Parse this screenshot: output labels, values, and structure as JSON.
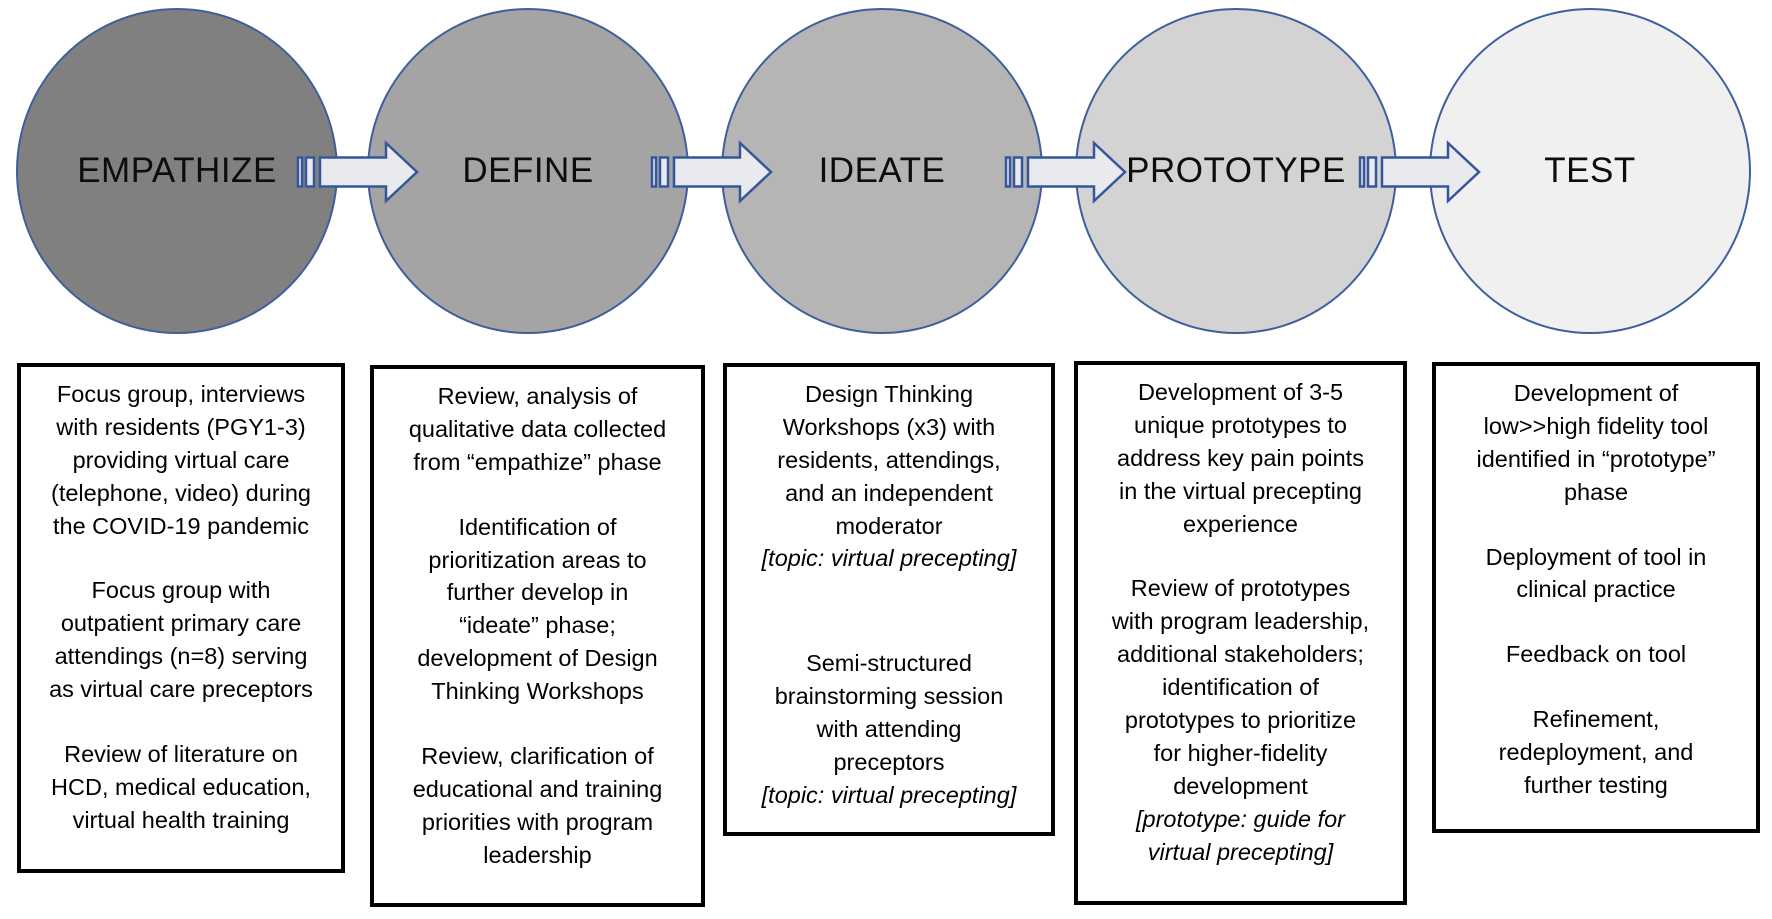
{
  "diagram": {
    "title": "Design thinking process diagram",
    "background": "#ffffff",
    "circle_border_color": "#3e5f9e",
    "box_border_color": "#000000",
    "text_color": "#000000",
    "arrow": {
      "fill": "#e9eaee",
      "stroke": "#35569b",
      "direction": "right"
    },
    "phases": [
      {
        "label": "EMPATHIZE",
        "circle_fill": "#808080",
        "box_paragraphs": [
          {
            "lines": [
              "Focus group, interviews",
              "with residents (PGY1-3)",
              "providing virtual care",
              "(telephone, video) during",
              "the COVID-19 pandemic"
            ]
          },
          {
            "lines": [
              "Focus group with",
              "outpatient primary care",
              "attendings (n=8) serving",
              "as virtual care preceptors"
            ]
          },
          {
            "lines": [
              "Review of literature on",
              "HCD, medical education,",
              "virtual health training"
            ]
          }
        ]
      },
      {
        "label": "DEFINE",
        "circle_fill": "#a4a4a4",
        "box_paragraphs": [
          {
            "lines": [
              "Review, analysis of",
              "qualitative data collected",
              "from “empathize” phase"
            ]
          },
          {
            "lines": [
              "Identification of",
              "prioritization areas to",
              "further develop in",
              "“ideate” phase;",
              "development of Design",
              "Thinking Workshops"
            ]
          },
          {
            "lines": [
              "Review, clarification of",
              "educational and training",
              "priorities with program",
              "leadership"
            ]
          }
        ]
      },
      {
        "label": "IDEATE",
        "circle_fill": "#b5b5b5",
        "box_paragraphs": [
          {
            "lines": [
              "Design Thinking",
              "Workshops (x3) with",
              "residents, attendings,",
              "and an independent",
              "moderator"
            ],
            "note_lines": [
              "[topic: virtual precepting]"
            ]
          },
          {
            "lines": [
              "Semi-structured",
              "brainstorming session",
              "with attending",
              "preceptors"
            ],
            "note_lines": [
              "[topic: virtual precepting]"
            ],
            "extra_gap": true
          }
        ]
      },
      {
        "label": "PROTOTYPE",
        "circle_fill": "#d3d3d3",
        "box_paragraphs": [
          {
            "lines": [
              "Development of 3-5",
              "unique prototypes to",
              "address key pain points",
              "in the virtual precepting",
              "experience"
            ]
          },
          {
            "lines": [
              "Review of prototypes",
              "with program leadership,",
              "additional stakeholders;",
              "identification of",
              "prototypes to prioritize",
              "for higher-fidelity",
              "development"
            ],
            "note_lines": [
              "[prototype: guide for",
              "virtual precepting]"
            ]
          }
        ]
      },
      {
        "label": "TEST",
        "circle_fill": "#f0f0f0",
        "box_paragraphs": [
          {
            "lines": [
              "Development of",
              "low>>high fidelity tool",
              "identified in “prototype”",
              "phase"
            ]
          },
          {
            "lines": [
              "Deployment of tool in",
              "clinical practice"
            ]
          },
          {
            "lines": [
              "Feedback on tool"
            ]
          },
          {
            "lines": [
              "Refinement,",
              "redeployment, and",
              "further testing"
            ]
          }
        ]
      }
    ]
  }
}
